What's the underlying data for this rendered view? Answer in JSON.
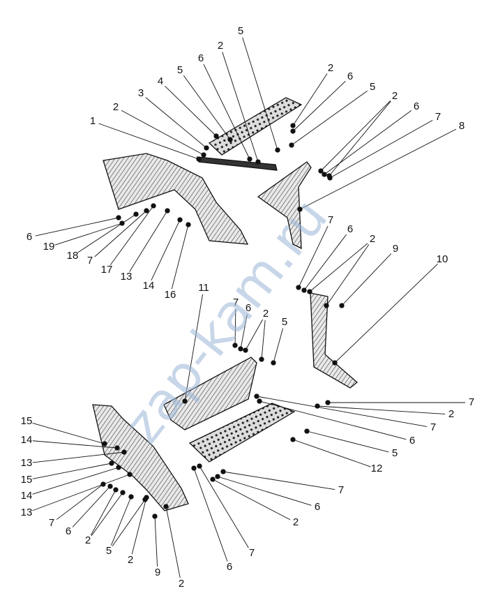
{
  "diagram": {
    "type": "exploded-parts-diagram",
    "watermark": "zap-kam.ru",
    "callouts": [
      "5",
      "2",
      "6",
      "5",
      "4",
      "3",
      "2",
      "1",
      "2",
      "6",
      "5",
      "2",
      "6",
      "7",
      "8",
      "6",
      "19",
      "18",
      "7",
      "17",
      "13",
      "14",
      "16",
      "7",
      "6",
      "2",
      "9",
      "10",
      "11",
      "7",
      "6",
      "2",
      "5",
      "7",
      "2",
      "7",
      "6",
      "5",
      "12",
      "7",
      "6",
      "2",
      "7",
      "6",
      "15",
      "14",
      "13",
      "15",
      "14",
      "13",
      "7",
      "6",
      "2",
      "5",
      "2",
      "9",
      "2"
    ],
    "parts": [
      "upper-step",
      "step-bracket-bar",
      "upper-fender",
      "upper-triangular-bracket",
      "side-bracket-10",
      "step-mount-11",
      "lower-step-12",
      "lower-fender"
    ],
    "colors": {
      "ink": "#111111",
      "watermark": "#9ab6d6"
    }
  }
}
